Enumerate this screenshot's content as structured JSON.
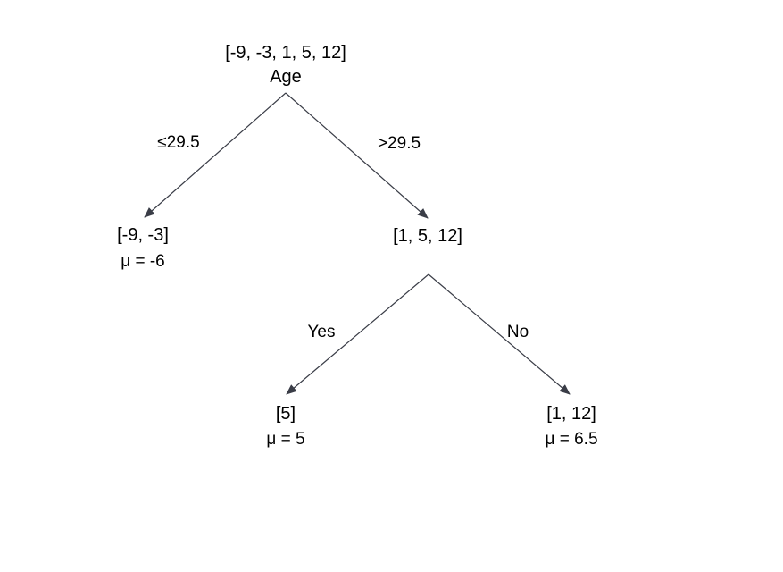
{
  "root": {
    "values": "[-9, -3, 1, 5, 12]",
    "feature": "Age"
  },
  "left_edge_label": "≤29.5",
  "right_edge_label": ">29.5",
  "left_leaf": {
    "values": "[-9, -3]",
    "mean": "μ = -6"
  },
  "right_node": {
    "values": "[1, 5, 12]"
  },
  "yes_edge_label": "Yes",
  "no_edge_label": "No",
  "yes_leaf": {
    "values": "[5]",
    "mean": "μ = 5"
  },
  "no_leaf": {
    "values": "[1, 12]",
    "mean": "μ = 6.5"
  },
  "colors": {
    "edge": "#3a3d47",
    "text": "#000000"
  }
}
